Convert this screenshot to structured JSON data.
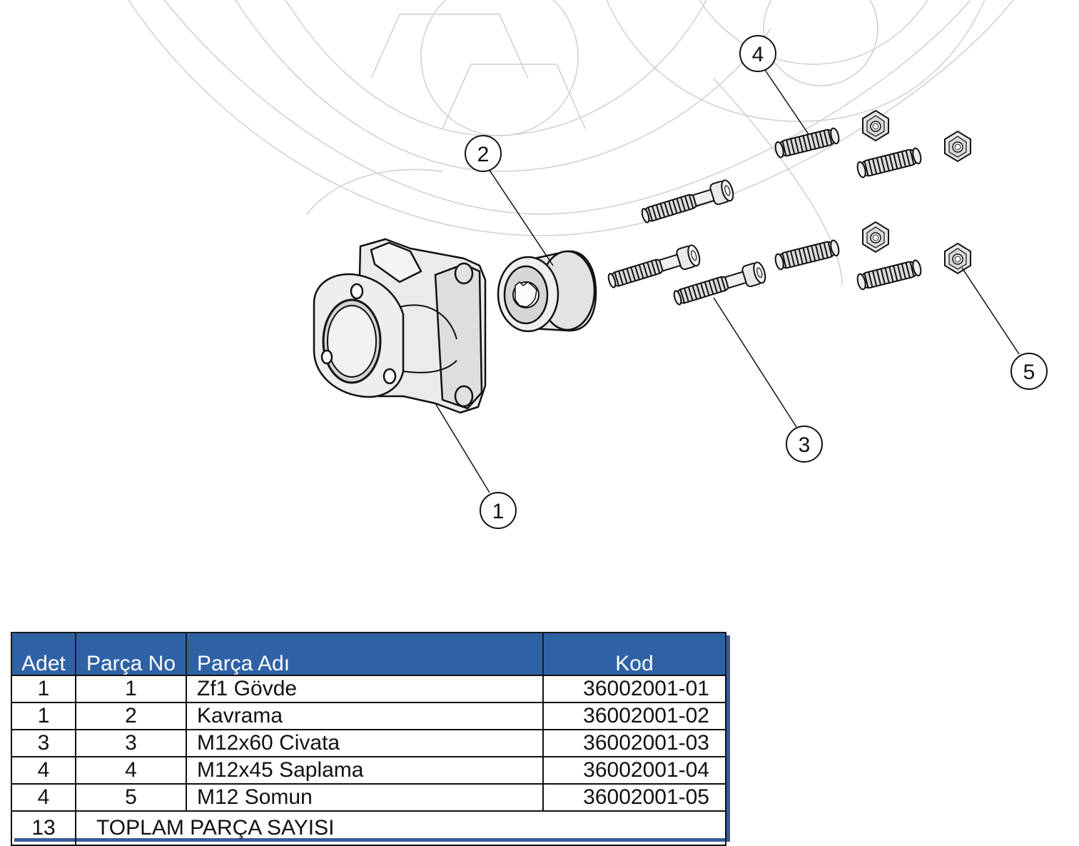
{
  "diagram": {
    "callouts": [
      "1",
      "2",
      "3",
      "4",
      "5"
    ]
  },
  "bom": {
    "headers": {
      "qty": "Adet",
      "part_no": "Parça No",
      "part_name": "Parça Adı",
      "code": "Kod"
    },
    "rows": [
      {
        "qty": "1",
        "part_no": "1",
        "part_name": "Zf1 Gövde",
        "code": "36002001-01"
      },
      {
        "qty": "1",
        "part_no": "2",
        "part_name": "Kavrama",
        "code": "36002001-02"
      },
      {
        "qty": "3",
        "part_no": "3",
        "part_name": "M12x60 Civata",
        "code": "36002001-03"
      },
      {
        "qty": "4",
        "part_no": "4",
        "part_name": "M12x45 Saplama",
        "code": "36002001-04"
      },
      {
        "qty": "4",
        "part_no": "5",
        "part_name": "M12 Somun",
        "code": "36002001-05"
      }
    ],
    "total": {
      "qty": "13",
      "label": "TOPLAM PARÇA SAYISI"
    }
  },
  "colors": {
    "header_bg": "#2f62a5",
    "header_text": "#ffffff",
    "part_fill": "#ececec",
    "outline": "#111111",
    "ghost_lines": "#cfcfcf"
  }
}
